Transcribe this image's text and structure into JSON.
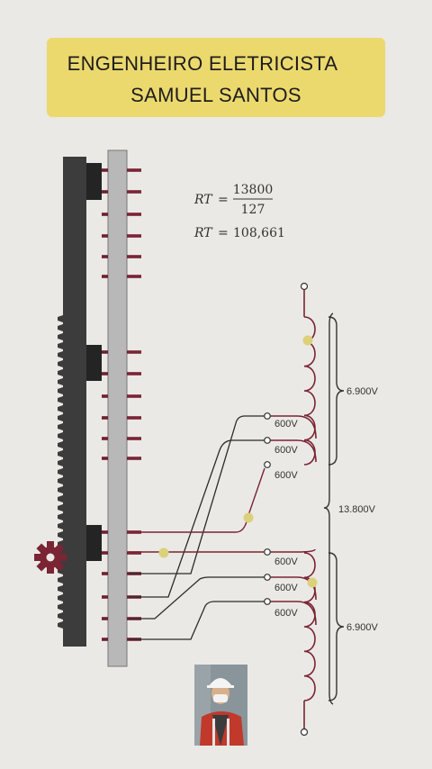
{
  "title": {
    "line1": "ENGENHEIRO ELETRICISTA",
    "line2": "SAMUEL SANTOS"
  },
  "formula": {
    "lhs": "RT",
    "equals": "=",
    "numerator": "13800",
    "denominator": "127",
    "result_lhs": "RT",
    "result_value": "108,661"
  },
  "winding_labels": {
    "upper_section": "6.900V",
    "total": "13.800V",
    "lower_section": "6.900V"
  },
  "tap_labels": [
    "600V",
    "600V",
    "600V",
    "600V",
    "600V",
    "600V"
  ],
  "icons": {
    "gear": "gear-icon",
    "avatar": "engineer-avatar"
  },
  "colors": {
    "title_bg": "#ecd96e",
    "winding": "#7a2434",
    "wire": "#2a2a2a",
    "contact": "#ddd07a",
    "bar_dark": "#3c3c3c",
    "bar_light": "#b8b8b8"
  }
}
